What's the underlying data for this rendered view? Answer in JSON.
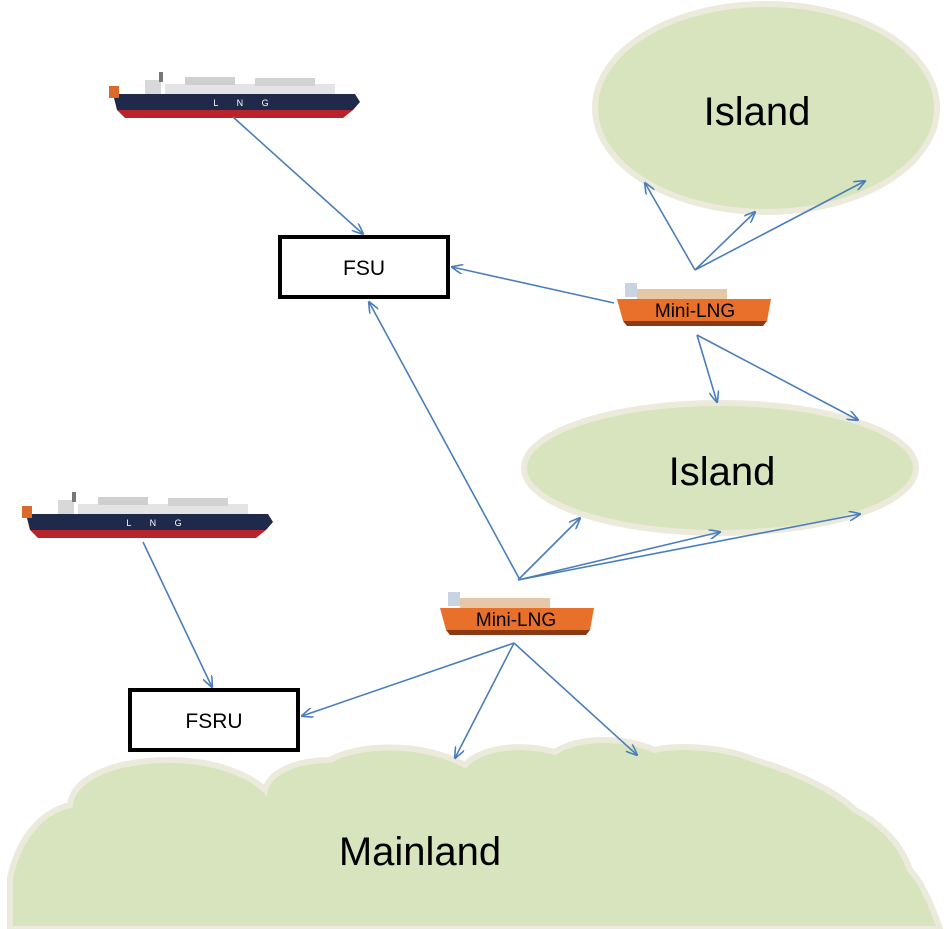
{
  "diagram": {
    "nodes": {
      "island_top": {
        "label": "Island"
      },
      "island_middle": {
        "label": "Island"
      },
      "mainland": {
        "label": "Mainland"
      },
      "fsu": {
        "label": "FSU"
      },
      "fsru": {
        "label": "FSRU"
      },
      "mini_lng_top": {
        "label": "Mini-LNG"
      },
      "mini_lng_bottom": {
        "label": "Mini-LNG"
      },
      "lng_carrier_top": {
        "hull_text": "L N G"
      },
      "lng_carrier_bottom": {
        "hull_text": "L N G"
      }
    },
    "colors": {
      "land_fill": "#d7e4bd",
      "land_outline": "#eceadb",
      "arrow": "#4a7ebb",
      "box_border": "#000000",
      "lng_hull_top": "#1f2a4a",
      "lng_hull_bottom": "#b8232c",
      "mini_hull": "#e8702a"
    },
    "icons": [
      "lng-carrier-icon",
      "mini-lng-ship-icon"
    ]
  }
}
